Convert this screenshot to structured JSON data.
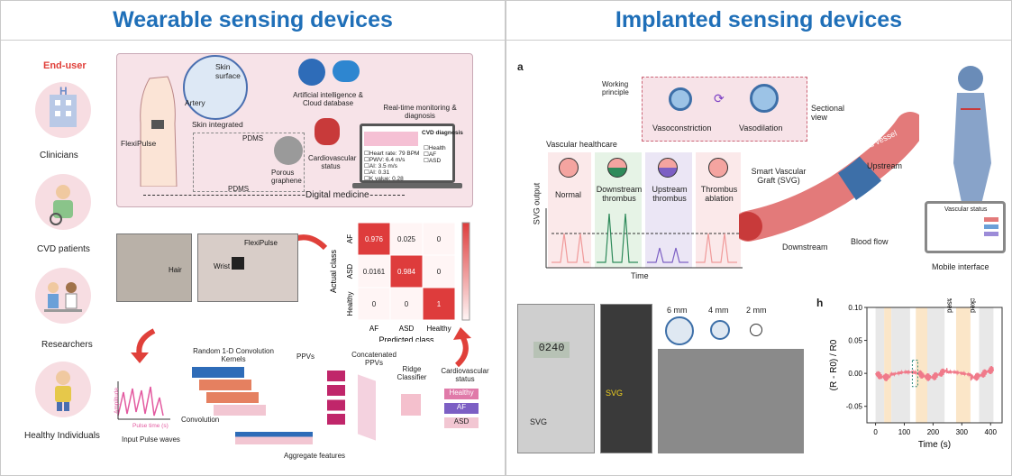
{
  "left": {
    "title": "Wearable sensing devices",
    "end_user_label": "End-user",
    "users": [
      "Clinicians",
      "CVD patients",
      "Researchers",
      "Healthy Individuals"
    ],
    "top_panel": {
      "skin_surface": "Skin surface",
      "artery": "Artery",
      "skin_integrated": "Skin integrated",
      "flexipulse": "FlexiPulse",
      "pdms_top": "PDMS",
      "pdms_bottom": "PDMS",
      "porous_graphene": "Porous graphene",
      "ai_cloud": "Artificial intelligence & Cloud database",
      "realtime": "Real-time monitoring & diagnosis",
      "cardio_status": "Cardiovascular status",
      "digital_medicine": "Digital medicine",
      "screen_stats": [
        "☐Heart rate: 79 BPM",
        "☐PWV: 6.4 m/s",
        "☐AI: 3.5 m/s",
        "☐AI: 0.31",
        "☐K value: 0.28"
      ],
      "cvd_diagnosis": "CVD diagnosis",
      "diag_list": [
        "☐Health",
        "☐AF",
        "☐ASD"
      ]
    },
    "photos": {
      "hair": "Hair",
      "flexipulse": "FlexiPulse",
      "wrist": "Wrist"
    },
    "confusion": {
      "row_labels": [
        "AF",
        "ASD",
        "Healthy"
      ],
      "col_labels": [
        "AF",
        "ASD",
        "Healthy"
      ],
      "values": [
        [
          "0.976",
          "0.025",
          "0"
        ],
        [
          "0.0161",
          "0.984",
          "0"
        ],
        [
          "0",
          "0",
          "1"
        ]
      ],
      "ylabel": "Actual class",
      "xlabel": "Predicted class",
      "scale_max": "1",
      "scale_min": "0"
    },
    "pipeline": {
      "amplitude": "Amplitude",
      "pulse_time": "Pulse time (s)",
      "input": "Input Pulse waves",
      "kernels": "Random 1-D Convolution Kernels",
      "convolution": "Convolution",
      "ppvs": "PPVs",
      "concat": "Concatenated PPVs",
      "ridge": "Ridge Classifier",
      "cardio": "Cardiovascular status",
      "classes": [
        "Healthy",
        "AF",
        "ASD"
      ],
      "aggregate": "Aggregate features"
    }
  },
  "right": {
    "title": "Implanted sensing devices",
    "panel_a": "a",
    "working_principle": "Working principle",
    "vasoconstriction": "Vasoconstriction",
    "vasodilation": "Vasodilation",
    "sectional_view": "Sectional view",
    "vascular_healthcare": "Vascular healthcare",
    "svg_output": "SVG output",
    "time": "Time",
    "states": [
      "Normal",
      "Downstream thrombus",
      "Upstream thrombus",
      "Thrombus ablation"
    ],
    "blood_vessel": "Blood vessel",
    "smart_graft": "Smart Vascular Graft (SVG)",
    "upstream": "Upstream",
    "downstream": "Downstream",
    "blood_flow": "Blood flow",
    "vascular_status": "Vascular status",
    "mobile_interface": "Mobile interface",
    "svg_photo_label": "SVG",
    "sizes": [
      "6 mm",
      "4 mm",
      "2 mm"
    ],
    "caliper_reading": "0240",
    "panel_h": "h",
    "h_chart": {
      "ylabel": "(R - R0) / R0",
      "xlabel": "Time (s)",
      "yticks": [
        "0.10",
        "0.05",
        "0.00",
        "-0.05"
      ],
      "xticks": [
        "0",
        "100",
        "200",
        "300",
        "400"
      ],
      "released": "Released",
      "blocked": "Blocked"
    }
  },
  "colors": {
    "title_blue": "#1f6fb8",
    "accent_red": "#e0403a",
    "panel_pink": "#f7e3e8",
    "healthy_pink": "#e07aa9",
    "af_purple": "#7c5fc4",
    "asd_pink": "#f2c6d2"
  }
}
